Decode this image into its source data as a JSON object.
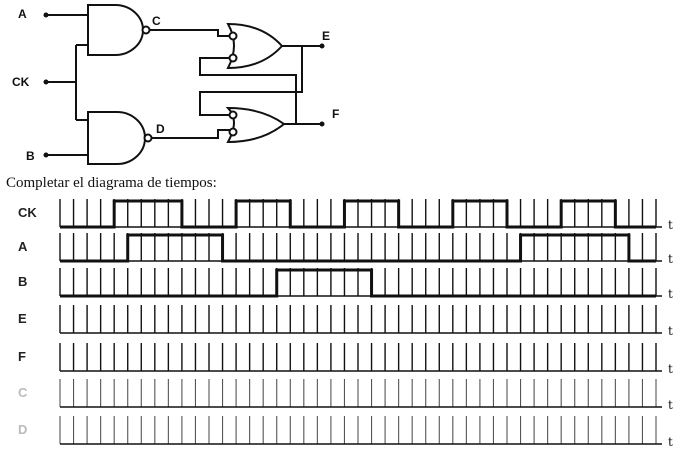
{
  "circuit": {
    "inputs": [
      "A",
      "CK",
      "B"
    ],
    "nodes": [
      "C",
      "D"
    ],
    "outputs": [
      "E",
      "F"
    ]
  },
  "instruction": "Completar el diagrama de tiempos:",
  "timing": {
    "time_label": "t",
    "signals": [
      {
        "name": "CK",
        "levels": [
          0,
          0,
          0,
          0,
          1,
          1,
          1,
          1,
          1,
          0,
          0,
          0,
          0,
          1,
          1,
          1,
          1,
          0,
          0,
          0,
          0,
          1,
          1,
          1,
          1,
          0,
          0,
          0,
          0,
          1,
          1,
          1,
          1,
          0,
          0,
          0,
          0,
          1,
          1,
          1,
          1,
          0,
          0,
          0
        ]
      },
      {
        "name": "A",
        "levels": [
          0,
          0,
          0,
          0,
          0,
          1,
          1,
          1,
          1,
          1,
          1,
          1,
          0,
          0,
          0,
          0,
          0,
          0,
          0,
          0,
          0,
          0,
          0,
          0,
          0,
          0,
          0,
          0,
          0,
          0,
          0,
          0,
          0,
          0,
          1,
          1,
          1,
          1,
          1,
          1,
          1,
          1,
          0,
          0
        ]
      },
      {
        "name": "B",
        "levels": [
          0,
          0,
          0,
          0,
          0,
          0,
          0,
          0,
          0,
          0,
          0,
          0,
          0,
          0,
          0,
          0,
          1,
          1,
          1,
          1,
          1,
          1,
          1,
          0,
          0,
          0,
          0,
          0,
          0,
          0,
          0,
          0,
          0,
          0,
          0,
          0,
          0,
          0,
          0,
          0,
          0,
          0,
          0,
          0
        ]
      },
      {
        "name": "E",
        "levels": null
      },
      {
        "name": "F",
        "levels": null
      },
      {
        "name": "C",
        "levels": null,
        "faint": true
      },
      {
        "name": "D",
        "levels": null,
        "faint": true
      }
    ]
  }
}
